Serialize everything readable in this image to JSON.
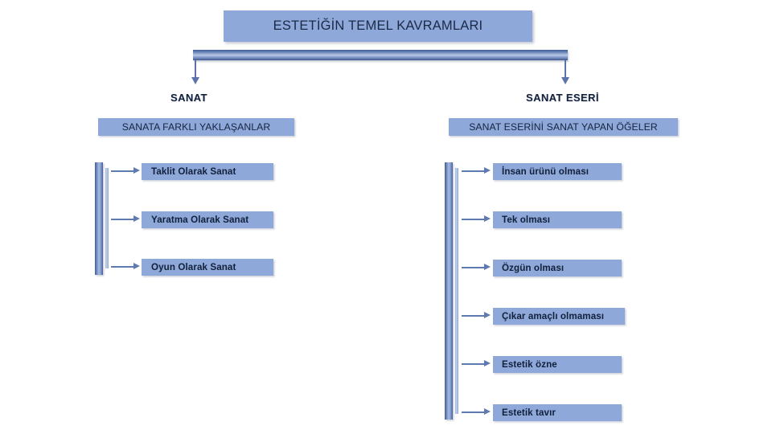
{
  "diagram": {
    "title": "ESTETİĞİN TEMEL KAVRAMLARI",
    "colors": {
      "box_fill": "#8ea8da",
      "bar_dark": "#435b90",
      "bar_light": "#b9c8e6",
      "text_dark": "#14213d",
      "arrow": "#5f7ab0",
      "background": "#ffffff"
    },
    "branches": [
      {
        "label": "SANAT",
        "subheading": "SANATA FARKLI YAKLAŞANLAR",
        "items": [
          {
            "label": "Taklit Olarak Sanat"
          },
          {
            "label": "Yaratma Olarak Sanat"
          },
          {
            "label": "Oyun Olarak Sanat"
          }
        ]
      },
      {
        "label": "SANAT ESERİ",
        "subheading": "SANAT ESERİNİ SANAT YAPAN ÖĞELER",
        "items": [
          {
            "label": "İnsan ürünü olması"
          },
          {
            "label": "Tek olması"
          },
          {
            "label": "Özgün olması"
          },
          {
            "label": "Çıkar amaçlı olmaması"
          },
          {
            "label": "Estetik özne"
          },
          {
            "label": "Estetik tavır"
          }
        ]
      }
    ]
  }
}
